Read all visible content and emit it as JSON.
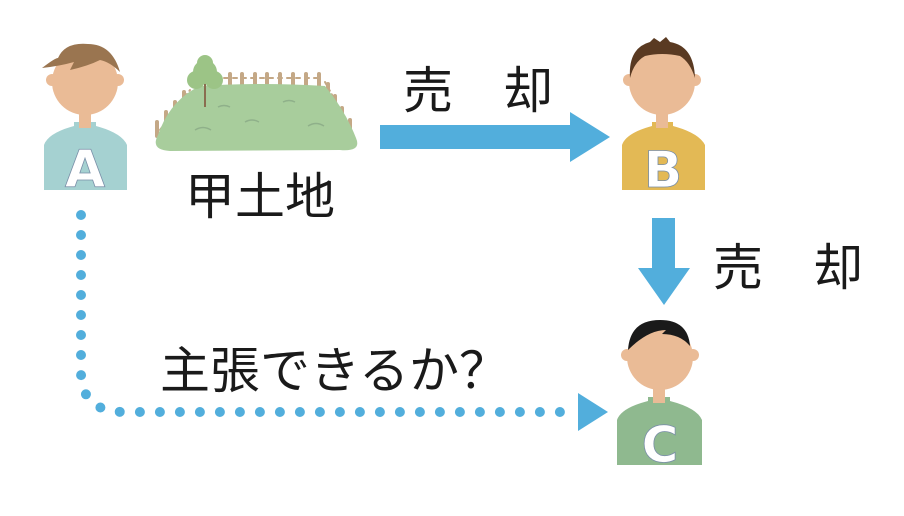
{
  "persons": {
    "a": {
      "letter": "A",
      "shirt_color": "#a5d1d1",
      "hair_color": "#9a7550"
    },
    "b": {
      "letter": "B",
      "shirt_color": "#e3b955",
      "hair_color": "#5a3a22"
    },
    "c": {
      "letter": "C",
      "shirt_color": "#8fb98f",
      "hair_color": "#1a1a1a"
    }
  },
  "land_label": "甲土地",
  "sale_label_1": "売　却",
  "sale_label_2": "売　却",
  "question": "主張できるか？",
  "colors": {
    "arrow": "#52aedc",
    "skin": "#eabb96",
    "grass": "#a8cd9c",
    "fence": "#c4a886"
  }
}
